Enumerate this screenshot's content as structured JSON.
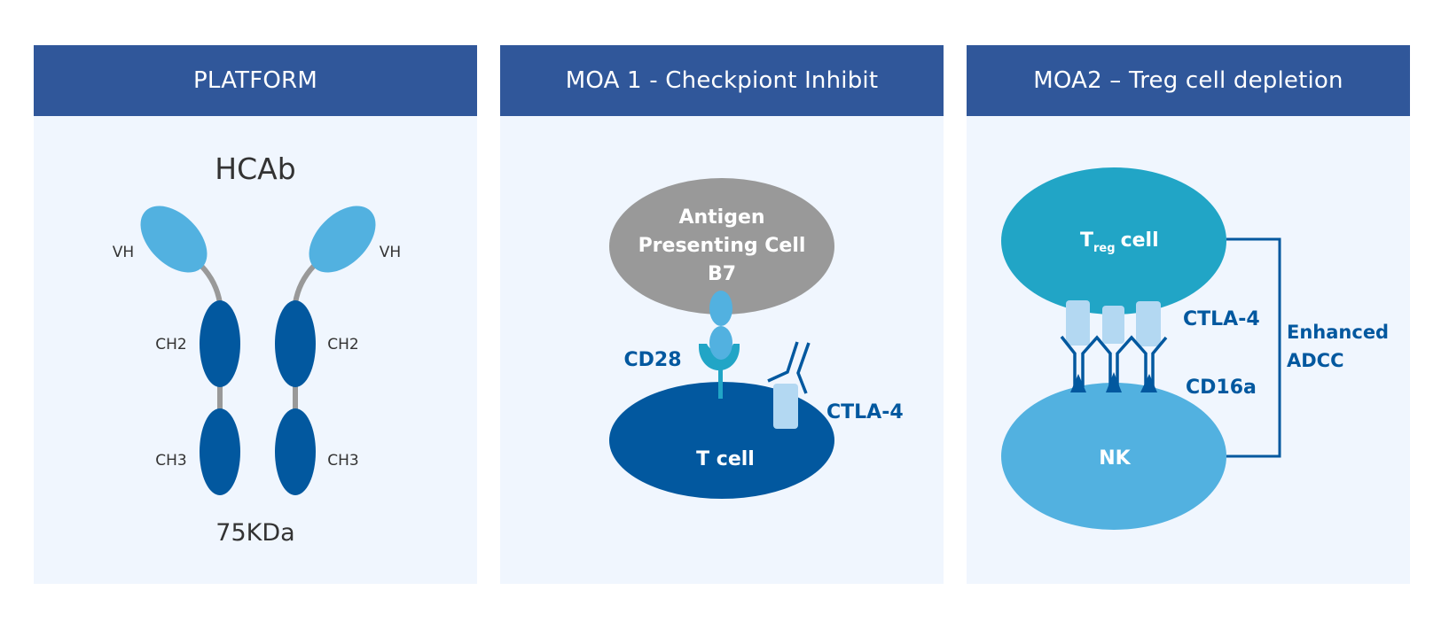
{
  "panels": [
    {
      "title": "PLATFORM",
      "molecule_name": "HCAb",
      "molecular_weight": "75KDa",
      "domain_labels": {
        "vh_left": "VH",
        "vh_right": "VH",
        "ch2_left": "CH2",
        "ch2_right": "CH2",
        "ch3_left": "CH3",
        "ch3_right": "CH3"
      }
    },
    {
      "title": "MOA 1 - Checkpiont Inhibit",
      "apc_label_lines": [
        "Antigen",
        "Presenting Cell",
        "B7"
      ],
      "tcell_label": "T cell",
      "cd28_label": "CD28",
      "ctla4_label": "CTLA-4"
    },
    {
      "title": "MOA2 – Treg cell depletion",
      "treg_label_main": "T",
      "treg_label_sub": "reg",
      "treg_label_suffix": "cell",
      "nk_label": "NK",
      "ctla4_label": "CTLA-4",
      "cd16a_label": "CD16a",
      "effect_label_lines": [
        "Enhanced",
        "ADCC"
      ]
    }
  ],
  "colors": {
    "header": "#30579a",
    "panel_bg": "#f0f6fe",
    "dark_blue": "#02589f",
    "light_blue": "#52b1e0",
    "teal": "#21a5c6",
    "pale_blue": "#b3d8f2",
    "gray": "#999999"
  }
}
